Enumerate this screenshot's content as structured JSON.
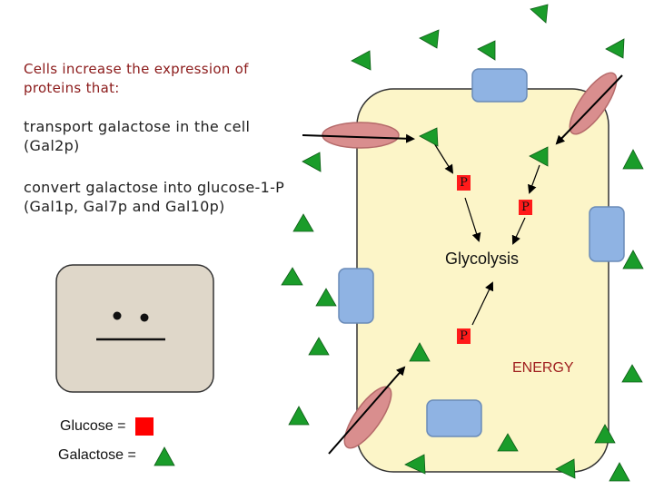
{
  "intro": {
    "line1": "Cells increase the expression of",
    "line2": "proteins that:"
  },
  "transport": {
    "line1": "transport galactose in the cell",
    "line2": "(Gal2p)"
  },
  "convert": {
    "line1": "convert galactose into glucose-1-P",
    "line2": "(Gal1p, Gal7p and Gal10p)"
  },
  "cell": {
    "phosphate_label": "P",
    "glycolysis": "Glycolysis",
    "energy": "ENERGY"
  },
  "legend": {
    "glucose": "Glucose =",
    "galactose": "Galactose ="
  },
  "colors": {
    "cell_fill": "#fcf5c8",
    "transporter": "#8fb3e3",
    "permease": "#d98e8e",
    "galactose": "#1a9c2a",
    "glucose": "#ff0000",
    "face_box": "#dfd7c9"
  },
  "icons": [
    "galactose-triangle-icon",
    "face-icon",
    "arrow-icon"
  ]
}
